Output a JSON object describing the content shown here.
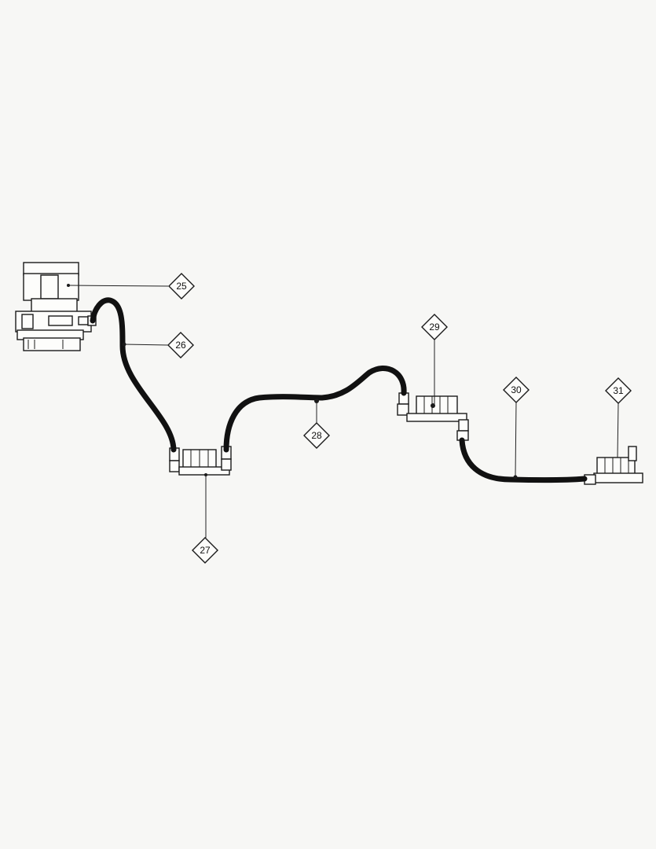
{
  "callouts": [
    {
      "id": "c25",
      "label": "25"
    },
    {
      "id": "c26",
      "label": "26"
    },
    {
      "id": "c27",
      "label": "27"
    },
    {
      "id": "c28",
      "label": "28"
    },
    {
      "id": "c29",
      "label": "29"
    },
    {
      "id": "c30",
      "label": "30"
    },
    {
      "id": "c31",
      "label": "31"
    }
  ],
  "colors": {
    "line": "#111111",
    "paper": "#f7f7f5"
  }
}
